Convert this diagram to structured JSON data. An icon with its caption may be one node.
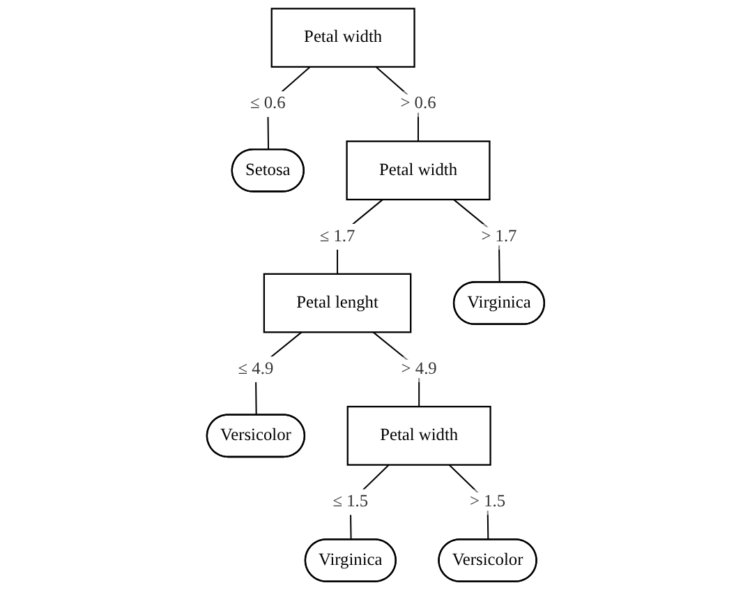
{
  "diagram": {
    "nodes": [
      {
        "text": [
          "Petal width"
        ]
      },
      {
        "text": [
          "Setosa"
        ]
      },
      {
        "text": [
          "Petal width"
        ]
      },
      {
        "text": [
          "Petal lenght"
        ]
      },
      {
        "text": [
          "Virginica"
        ]
      },
      {
        "text": [
          "Versicolor"
        ]
      },
      {
        "text": [
          "Petal width"
        ]
      },
      {
        "text": [
          "Virginica"
        ]
      },
      {
        "text": [
          "Versicolor"
        ]
      }
    ],
    "edges": [
      {
        "from": 0,
        "to": 1,
        "arrow": "none",
        "label": "≤ 0.6"
      },
      {
        "from": 0,
        "to": 2,
        "arrow": "none",
        "label": "> 0.6"
      },
      {
        "from": 2,
        "to": 3,
        "arrow": "none",
        "label": "≤ 1.7"
      },
      {
        "from": 2,
        "to": 4,
        "arrow": "none",
        "label": "> 1.7"
      },
      {
        "from": 3,
        "to": 5,
        "arrow": "none",
        "label": "≤ 4.9"
      },
      {
        "from": 3,
        "to": 6,
        "arrow": "none",
        "label": "> 4.9"
      },
      {
        "from": 6,
        "to": 7,
        "arrow": "none",
        "label": "≤ 1.5"
      },
      {
        "from": 6,
        "to": 8,
        "arrow": "none",
        "label": "> 1.5"
      }
    ]
  }
}
